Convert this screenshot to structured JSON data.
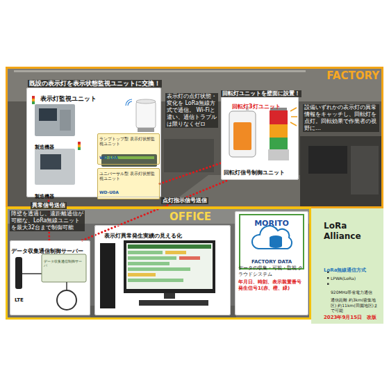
{
  "diagram": {
    "nodes": [
      {
        "text": [
          "FACTORY"
        ]
      },
      {
        "text": [
          "表示灯監視ユニット"
        ],
        "in": 0
      },
      {
        "text": [
          "ランプトップ型 表示灯状態監視ユニット",
          "WD-L0A"
        ],
        "in": 1
      },
      {
        "text": [
          "ユニバーサル型 表示灯状態監視ユニット",
          "WD-U0A"
        ],
        "in": 1
      },
      {
        "text": [
          "回転灯3灯ユニット",
          "回転灯信号制御ユニット"
        ],
        "in": 0
      },
      {
        "text": [
          "OFFICE"
        ]
      },
      {
        "text": [
          "データ収集通信制御サーバー"
        ],
        "in": 5
      },
      {
        "text": [
          "表示灯異常発生実績の見える化"
        ],
        "in": 5
      },
      {
        "text": [
          "データの収集・可視・監視 クラウドシステム",
          "年月日、時刻、表示装置番号 発生信号1(赤、橙、緑)"
        ],
        "in": 5
      },
      {
        "text": [
          "MORITO",
          "FACTORY DATA"
        ],
        "in": 8
      },
      {
        "text": [
          "LoRa Alliance",
          "LoRa無線通信方式",
          "LPWA(LoRa)",
          "920MHz帯省電力通信",
          "通信距離 約3km(密集地区) 約11km(田園地区)まで可能",
          "2023年9月15日　改版"
        ]
      }
    ],
    "edges": [
      {
        "from": 1,
        "to": 6,
        "label": "異常信号送信",
        "arrow": "none"
      },
      {
        "from": 6,
        "to": 4,
        "label": "点灯指示信号送信",
        "arrow": "none"
      },
      {
        "from": 3,
        "to": 4,
        "arrow": "none"
      }
    ],
    "labels": [
      "既設の表示灯を表示状態監視ユニットに交換！",
      "製造機器",
      "製造機器",
      "表示灯の点灯状態・変化を LoRa無線方式で通信。 Wi-Fiと違い、通信トラブルは限りなくゼロ",
      "回転灯ユニットを壁面に設置！",
      "設備いずれかの表示灯の異常情報をキャッチし、回転灯を点灯。回転効果で作業者の視野に…",
      "障壁を透過し、遠距離通信が可能な、LoRa無線ユニットを最大32台まで制御可能",
      "データ収集通信制御サーバ",
      "LTE"
    ]
  }
}
